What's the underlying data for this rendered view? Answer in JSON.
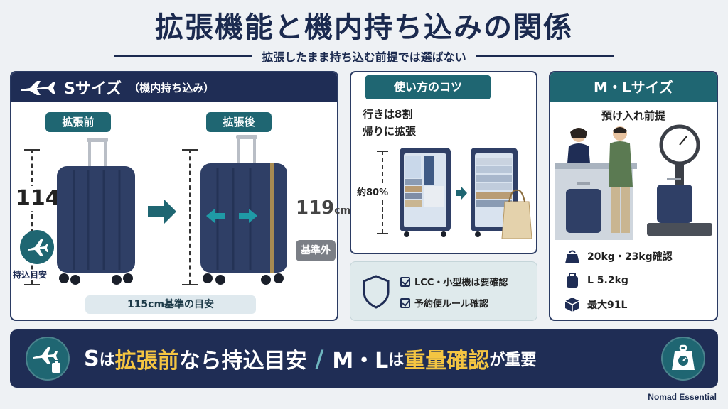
{
  "header": {
    "title": "拡張機能と機内持ち込みの関係",
    "subtitle": "拡張したまま持ち込む前提では選ばない"
  },
  "s_panel": {
    "title_big": "Sサイズ",
    "title_small": "（機内持ち込み）",
    "before_label": "拡張前",
    "after_label": "拡張後",
    "height_before": "114",
    "height_after": "119",
    "unit": "cm",
    "carry_on_label": "持込目安",
    "out_of_standard": "基準外",
    "standard_note": "115cm基準の目安"
  },
  "tips_panel": {
    "title": "使い方のコツ",
    "line1": "行きは8割",
    "line2": "帰りに拡張",
    "fill_label": "約80%"
  },
  "check_panel": {
    "items": [
      "LCC・小型機は要確認",
      "予約便ルール確認"
    ]
  },
  "ml_panel": {
    "title": "M・Lサイズ",
    "subtitle": "預け入れ前提",
    "rows": [
      "20kg・23kg確認",
      "L 5.2kg",
      "最大91L"
    ]
  },
  "banner": {
    "p1": "S",
    "p2": "は",
    "p3": "拡張前",
    "p4": "なら持込目安",
    "p5": "/",
    "p6": "M・L",
    "p7": "は",
    "p8": "重量確認",
    "p9": "が重要"
  },
  "brand": "Nomad Essential",
  "colors": {
    "navy": "#1f2d55",
    "teal": "#1f6672",
    "accent_yellow": "#f4c542"
  }
}
